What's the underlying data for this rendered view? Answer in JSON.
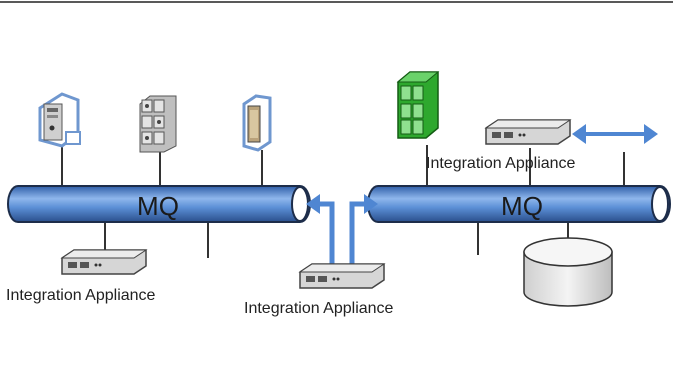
{
  "bus_left": {
    "label": "MQ"
  },
  "bus_right": {
    "label": "MQ"
  },
  "appliance_top_right": {
    "label": "Integration Appliance"
  },
  "appliance_bottom_left": {
    "label": "Integration Appliance"
  },
  "appliance_bottom_center": {
    "label": "Integration Appliance"
  },
  "colors": {
    "pipe": "#5b8fd6",
    "pipe_outline": "#1d2d4a",
    "arrow": "#4f86d2",
    "server_green": "#2ea82e",
    "server_blue_outline": "#6f97cf",
    "gray_device": "#d0d0d0",
    "line": "#333333"
  }
}
